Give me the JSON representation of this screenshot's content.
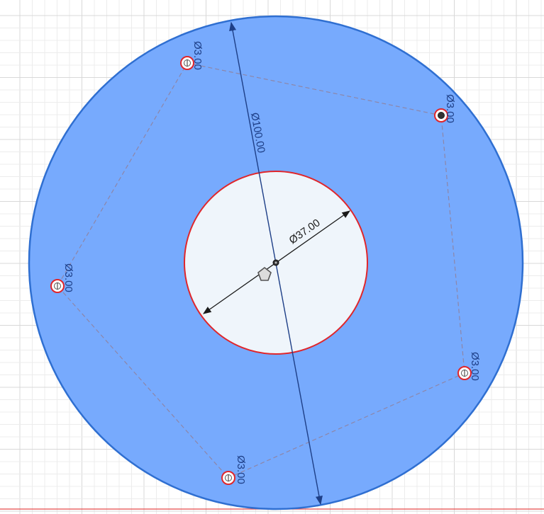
{
  "sketch": {
    "outer_circle": {
      "diameter_label": "Ø100.00",
      "fill_color": "#77aafd",
      "stroke_color": "#2f6fd1"
    },
    "inner_circle": {
      "diameter_label": "Ø37.00",
      "fill_color": "#eff5fb",
      "stroke_color": "#e0262b"
    },
    "holes": [
      {
        "label": "Ø3.00"
      },
      {
        "label": "Ø3.00"
      },
      {
        "label": "Ø3.00"
      },
      {
        "label": "Ø3.00"
      },
      {
        "label": "Ø3.00"
      }
    ],
    "colors": {
      "grid_minor": "#ececec",
      "grid_major": "#d8d8d8",
      "dimension_text": "#1e3f87",
      "construction_line": "#8d86a8",
      "hole_stroke": "#e0262b",
      "bottom_axis": "#e84a4a"
    },
    "icons": [
      "pentagon-icon",
      "center-point-icon"
    ]
  }
}
